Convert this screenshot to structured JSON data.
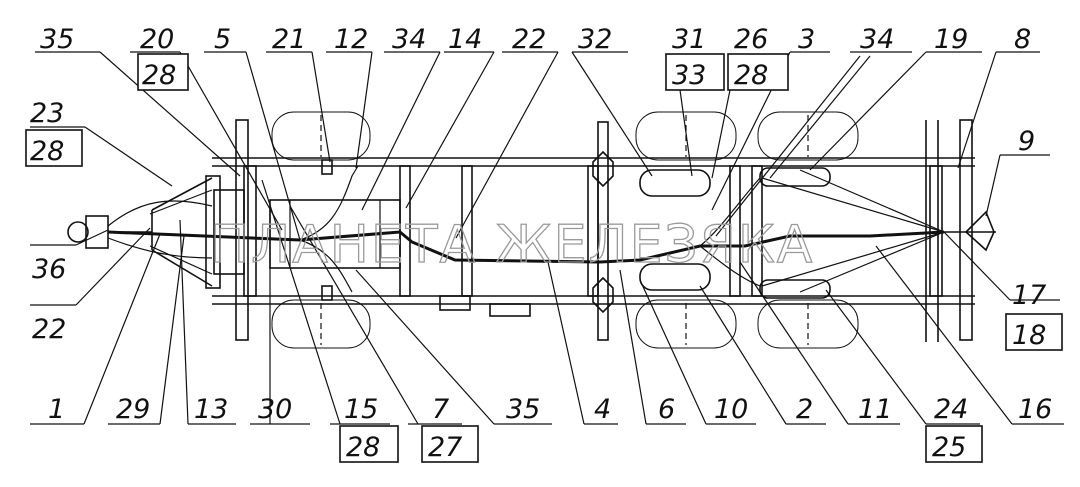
{
  "callouts": {
    "c35_top": "35",
    "c20": "20",
    "c28_a": "28",
    "c5": "5",
    "c21": "21",
    "c12": "12",
    "c34_a": "34",
    "c14": "14",
    "c22_top": "22",
    "c32": "32",
    "c31": "31",
    "c33": "33",
    "c26": "26",
    "c28_b": "28",
    "c3": "3",
    "c34_b": "34",
    "c19": "19",
    "c8": "8",
    "c23": "23",
    "c28_c": "28",
    "c9": "9",
    "c36": "36",
    "c22_left": "22",
    "c17": "17",
    "c18": "18",
    "c1": "1",
    "c29": "29",
    "c13": "13",
    "c30": "30",
    "c15": "15",
    "c28_d": "28",
    "c7": "7",
    "c27": "27",
    "c35_bot": "35",
    "c4": "4",
    "c6": "6",
    "c10": "10",
    "c2": "2",
    "c11": "11",
    "c24": "24",
    "c25": "25",
    "c16": "16"
  },
  "watermark": "ПЛАНЕТА ЖЕЛЕЗЯКА"
}
